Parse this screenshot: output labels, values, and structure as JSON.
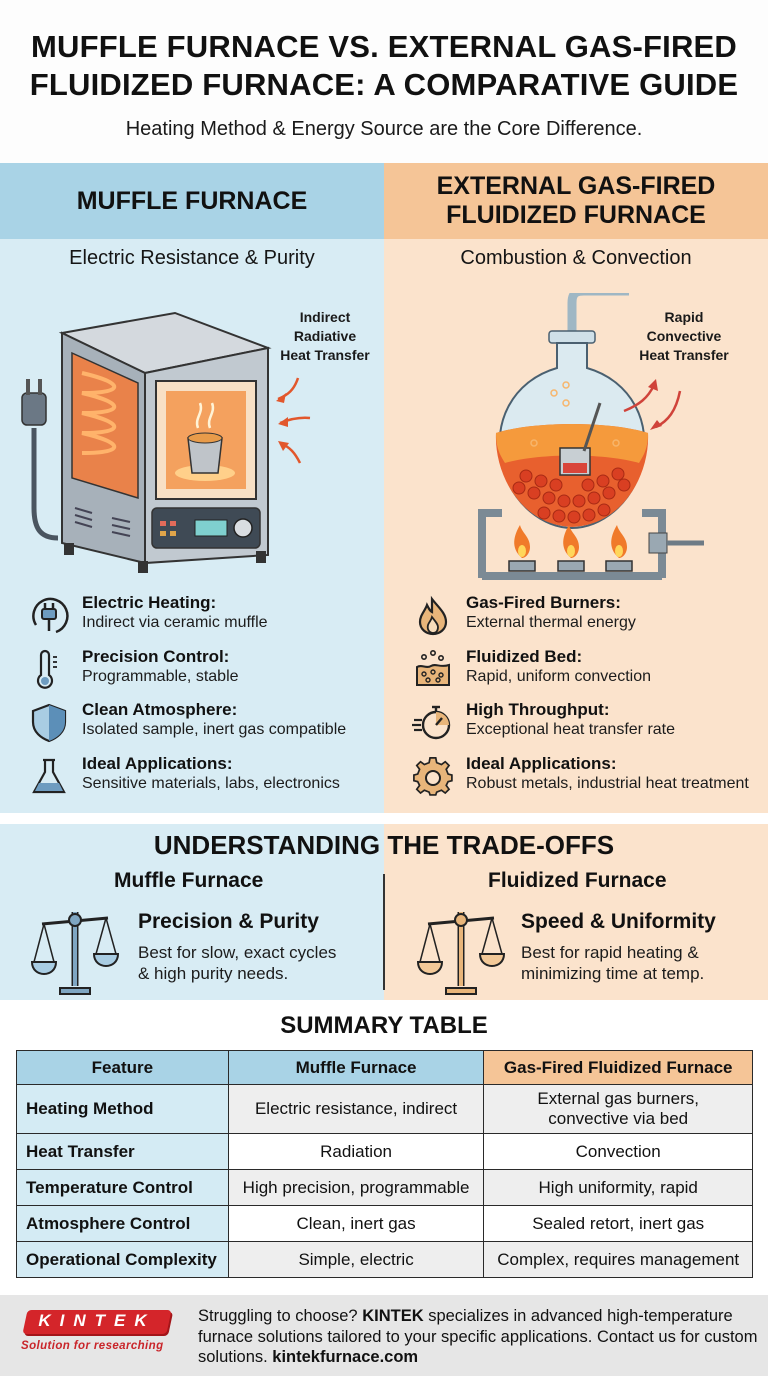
{
  "header": {
    "title_line1": "MUFFLE FURNACE VS. EXTERNAL GAS-FIRED",
    "title_line2": "FLUIDIZED FURNACE: A COMPARATIVE GUIDE",
    "subtitle": "Heating Method & Energy Source are the Core Difference."
  },
  "colors": {
    "muffle_header": "#a9d3e6",
    "muffle_bg": "#d8ecf4",
    "fluidized_header": "#f5c597",
    "fluidized_bg": "#fbe3cc",
    "brand_red": "#d4252a"
  },
  "muffle": {
    "title": "MUFFLE FURNACE",
    "subtitle": "Electric Resistance & Purity",
    "callout": [
      "Indirect",
      "Radiative",
      "Heat Transfer"
    ],
    "features": [
      {
        "icon": "plug-icon",
        "title": "Electric Heating:",
        "desc": "Indirect via ceramic muffle"
      },
      {
        "icon": "thermometer-icon",
        "title": "Precision Control:",
        "desc": "Programmable, stable"
      },
      {
        "icon": "shield-icon",
        "title": "Clean Atmosphere:",
        "desc": "Isolated sample, inert gas compatible"
      },
      {
        "icon": "flask-icon",
        "title": "Ideal Applications:",
        "desc": "Sensitive materials, labs, electronics"
      }
    ]
  },
  "fluidized": {
    "title_line1": "EXTERNAL GAS-FIRED",
    "title_line2": "FLUIDIZED FURNACE",
    "subtitle": "Combustion & Convection",
    "callout": [
      "Rapid",
      "Convective",
      "Heat Transfer"
    ],
    "features": [
      {
        "icon": "flame-icon",
        "title": "Gas-Fired Burners:",
        "desc": "External thermal energy"
      },
      {
        "icon": "bubbles-bed-icon",
        "title": "Fluidized Bed:",
        "desc": "Rapid, uniform convection"
      },
      {
        "icon": "stopwatch-icon",
        "title": "High Throughput:",
        "desc": "Exceptional heat transfer rate"
      },
      {
        "icon": "gear-icon",
        "title": "Ideal Applications:",
        "desc": "Robust metals, industrial heat treatment"
      }
    ]
  },
  "tradeoffs": {
    "title": "UNDERSTANDING THE TRADE-OFFS",
    "left": {
      "side": "Muffle Furnace",
      "heading": "Precision & Purity",
      "desc_line1": "Best for slow, exact cycles",
      "desc_line2": "& high purity needs."
    },
    "right": {
      "side": "Fluidized Furnace",
      "heading": "Speed & Uniformity",
      "desc_line1": "Best for rapid heating &",
      "desc_line2": "minimizing time at temp."
    }
  },
  "summary": {
    "title": "SUMMARY TABLE",
    "headers": [
      "Feature",
      "Muffle Furnace",
      "Gas-Fired Fluidized Furnace"
    ],
    "rows": [
      {
        "feature": "Heating Method",
        "muffle": "Electric resistance, indirect",
        "fluidized_line1": "External gas burners,",
        "fluidized_line2": "convective via bed"
      },
      {
        "feature": "Heat Transfer",
        "muffle": "Radiation",
        "fluidized": "Convection"
      },
      {
        "feature": "Temperature Control",
        "muffle": "High precision, programmable",
        "fluidized": "High uniformity, rapid"
      },
      {
        "feature": "Atmosphere Control",
        "muffle": "Clean, inert gas",
        "fluidized": "Sealed retort, inert gas"
      },
      {
        "feature": "Operational Complexity",
        "muffle": "Simple, electric",
        "fluidized": "Complex, requires management"
      }
    ]
  },
  "footer": {
    "logo_text": "KINTEK",
    "logo_tagline": "Solution for researching",
    "text_part1": "Struggling to choose? ",
    "brand": "KINTEK",
    "text_part2": " specializes in advanced high-temperature furnace solutions tailored to your specific applications. Contact us for custom solutions. ",
    "link": "kintekfurnace.com"
  }
}
